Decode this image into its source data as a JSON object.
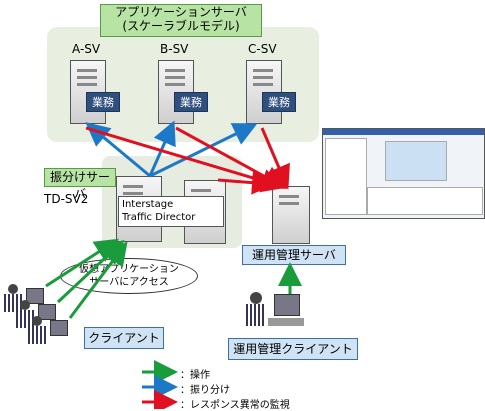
{
  "app_servers": {
    "title_line1": "アプリケーションサーバ",
    "title_line2": "(スケーラブルモデル)",
    "servers": [
      {
        "name": "A-SV",
        "task": "業務"
      },
      {
        "name": "B-SV",
        "task": "業務"
      },
      {
        "name": "C-SV",
        "task": "業務"
      }
    ]
  },
  "dist_server": {
    "title": "振分けサーバ",
    "name": "TD-SV2",
    "product_line1": "Interstage",
    "product_line2": "Traffic Director"
  },
  "callout": {
    "line1": "仮想アプリケーション",
    "line2": "サーバにアクセス"
  },
  "client_label": "クライアント",
  "ops_server_label": "運用管理サーバ",
  "ops_client_label": "運用管理クライアント",
  "legend": [
    {
      "color": "#1a9b3c",
      "text": "：操作"
    },
    {
      "color": "#1e78c8",
      "text": "：振り分け"
    },
    {
      "color": "#e01020",
      "text": "：レスポンス異常の監視"
    }
  ]
}
